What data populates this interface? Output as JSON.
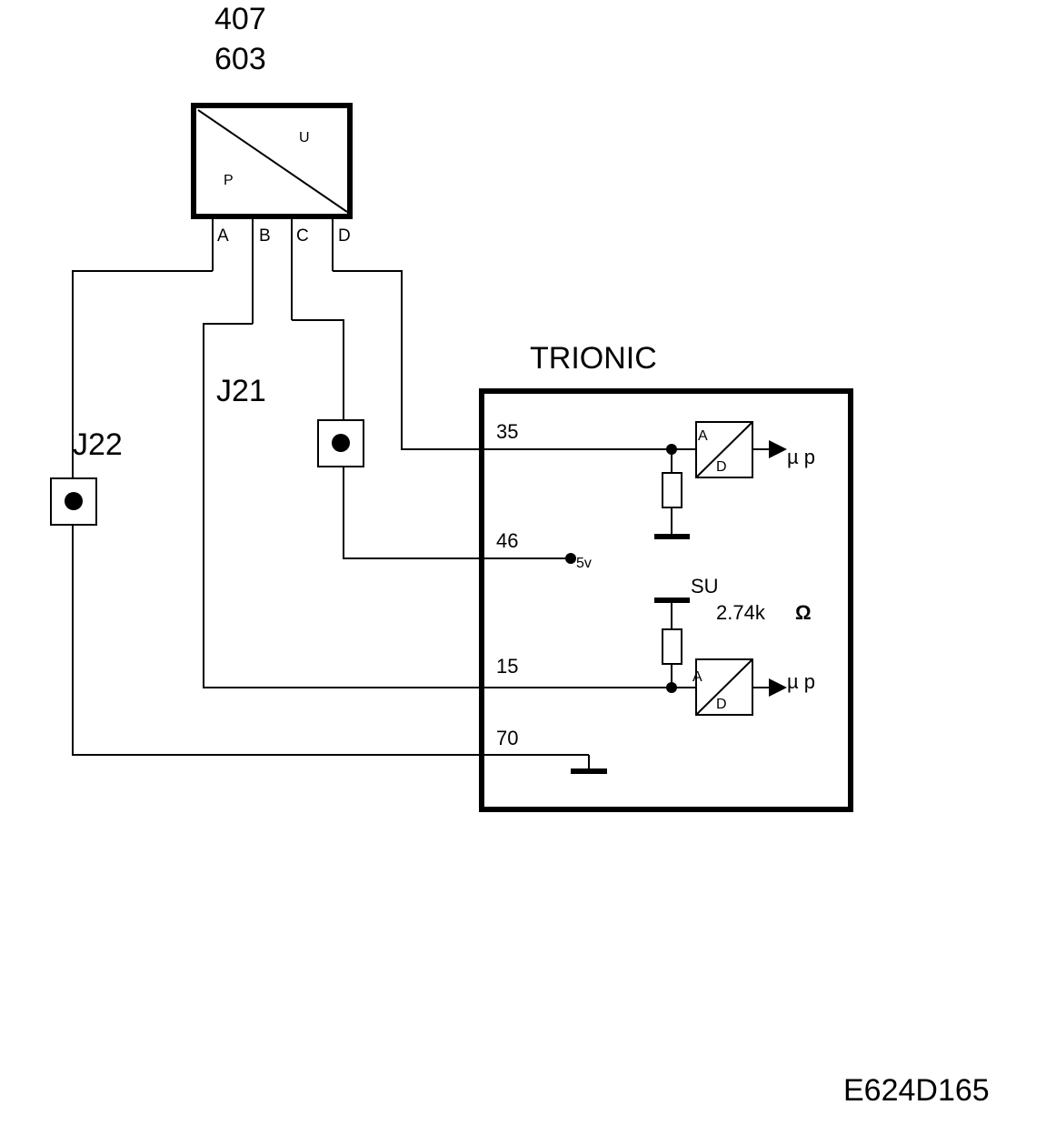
{
  "sensor": {
    "number_top": "407",
    "number_bottom": "603",
    "label_u": "U",
    "label_p": "P",
    "pins": [
      "A",
      "B",
      "C",
      "D"
    ]
  },
  "connectors": {
    "j21": "J21",
    "j22": "J22"
  },
  "ecu": {
    "title": "TRIONIC",
    "pins": [
      "35",
      "46",
      "15",
      "70"
    ],
    "supply_5v": "5v",
    "su_label": "SU",
    "resistor_value": "2.74k",
    "ohm_symbol": "Ω",
    "adc_a": "A",
    "adc_d": "D",
    "mu_p": "µ p"
  },
  "figure_code": "E624D165"
}
